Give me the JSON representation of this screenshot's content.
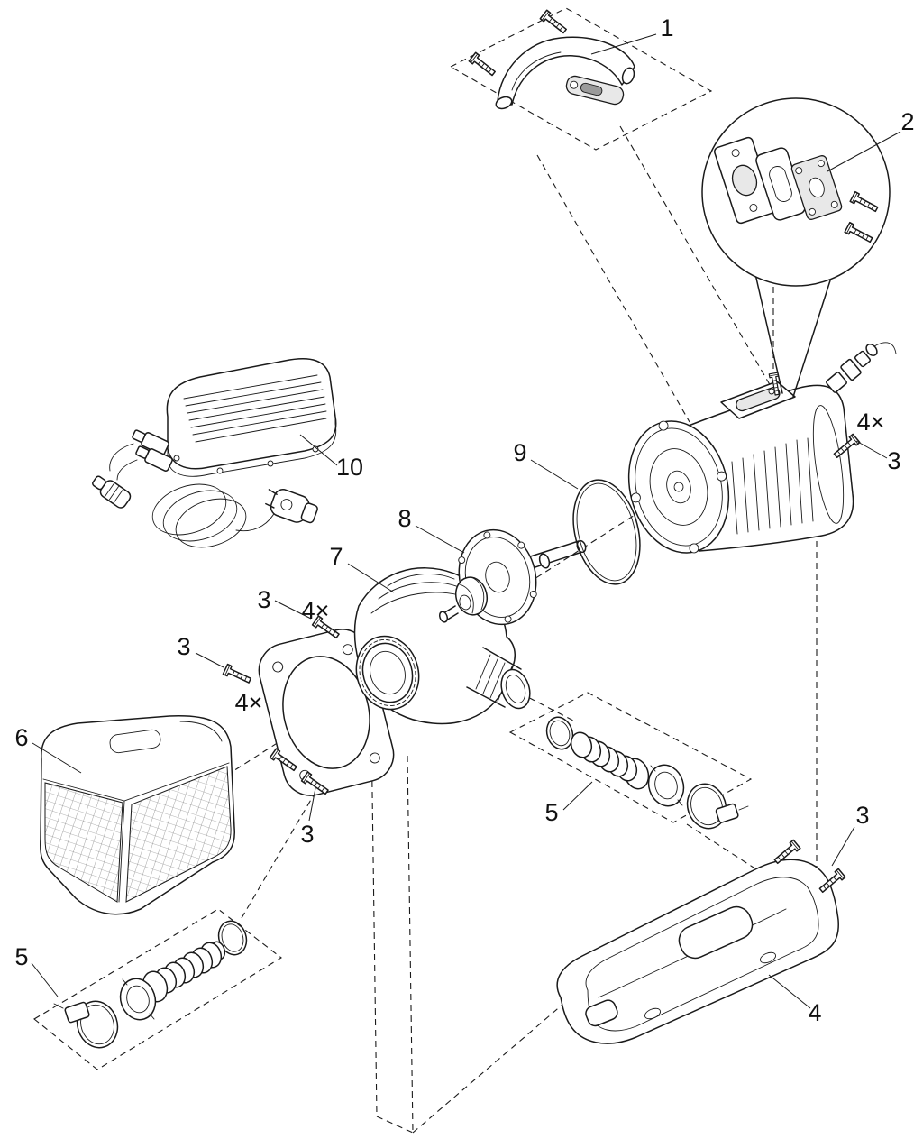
{
  "colors": {
    "background": "#ffffff",
    "line": "#1a1a1a",
    "label": "#111111"
  },
  "labels": {
    "n1": "1",
    "n2": "2",
    "n3": "3",
    "n4": "4",
    "n5": "5",
    "n6": "6",
    "n7": "7",
    "n8": "8",
    "n9": "9",
    "n10": "10",
    "qty4": "4×"
  }
}
